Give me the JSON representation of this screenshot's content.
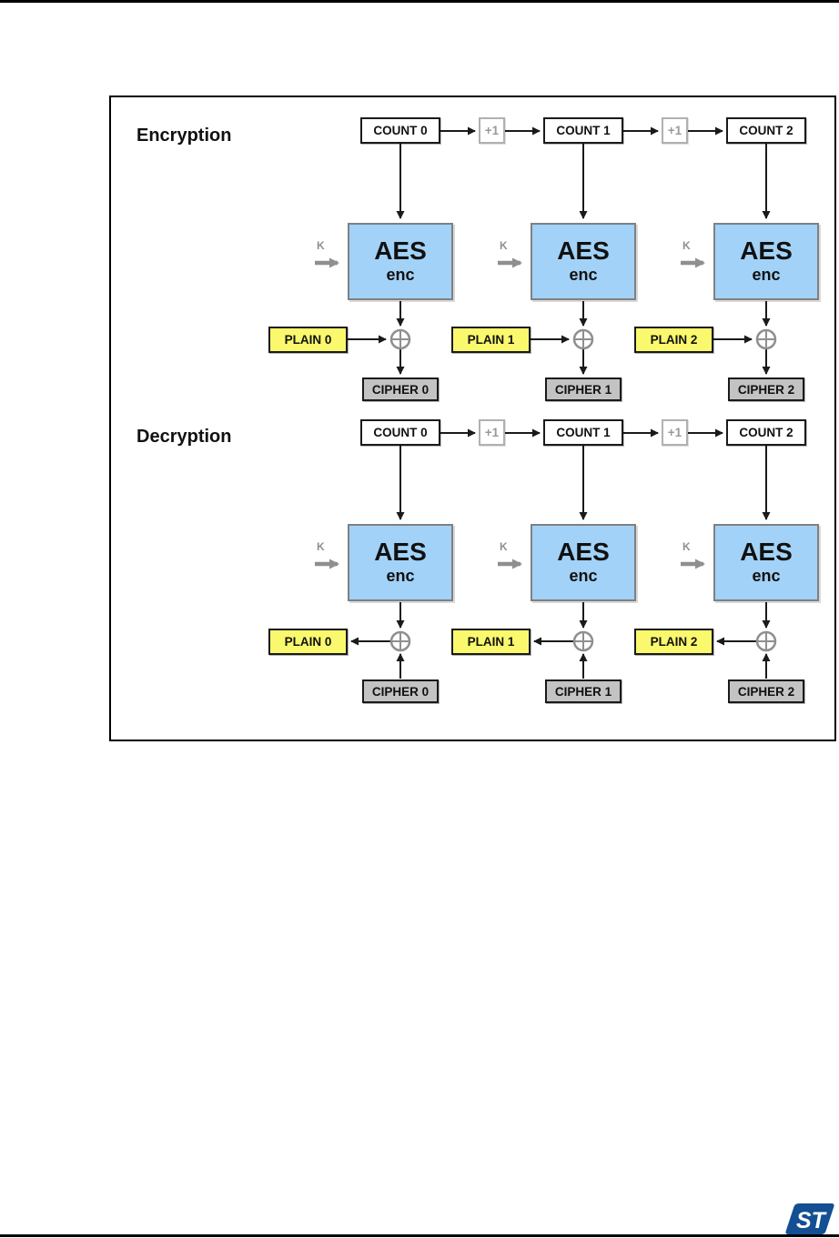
{
  "figure": {
    "sections": [
      {
        "label": "Encryption",
        "increment_label": "+1",
        "key_label": "K",
        "aes_title": "AES",
        "aes_subtitle": "enc",
        "columns": [
          {
            "count": "COUNT 0",
            "plain": "PLAIN 0",
            "cipher": "CIPHER 0"
          },
          {
            "count": "COUNT 1",
            "plain": "PLAIN 1",
            "cipher": "CIPHER 1"
          },
          {
            "count": "COUNT 2",
            "plain": "PLAIN 2",
            "cipher": "CIPHER 2"
          }
        ]
      },
      {
        "label": "Decryption",
        "increment_label": "+1",
        "key_label": "K",
        "aes_title": "AES",
        "aes_subtitle": "enc",
        "columns": [
          {
            "count": "COUNT 0",
            "plain": "PLAIN 0",
            "cipher": "CIPHER 0"
          },
          {
            "count": "COUNT 1",
            "plain": "PLAIN 1",
            "cipher": "CIPHER 1"
          },
          {
            "count": "COUNT 2",
            "plain": "PLAIN 2",
            "cipher": "CIPHER 2"
          }
        ]
      }
    ]
  },
  "colors": {
    "aes_fill": "#A2D2F8",
    "aes_border": "#808080",
    "plain_fill": "#FAF96D",
    "cipher_fill": "#C3C3C3",
    "box_border": "#1A1A1A",
    "gray_accent": "#8F8F8F",
    "st_logo_blue": "#134F92"
  },
  "footer": {
    "logo_text": "ST"
  }
}
